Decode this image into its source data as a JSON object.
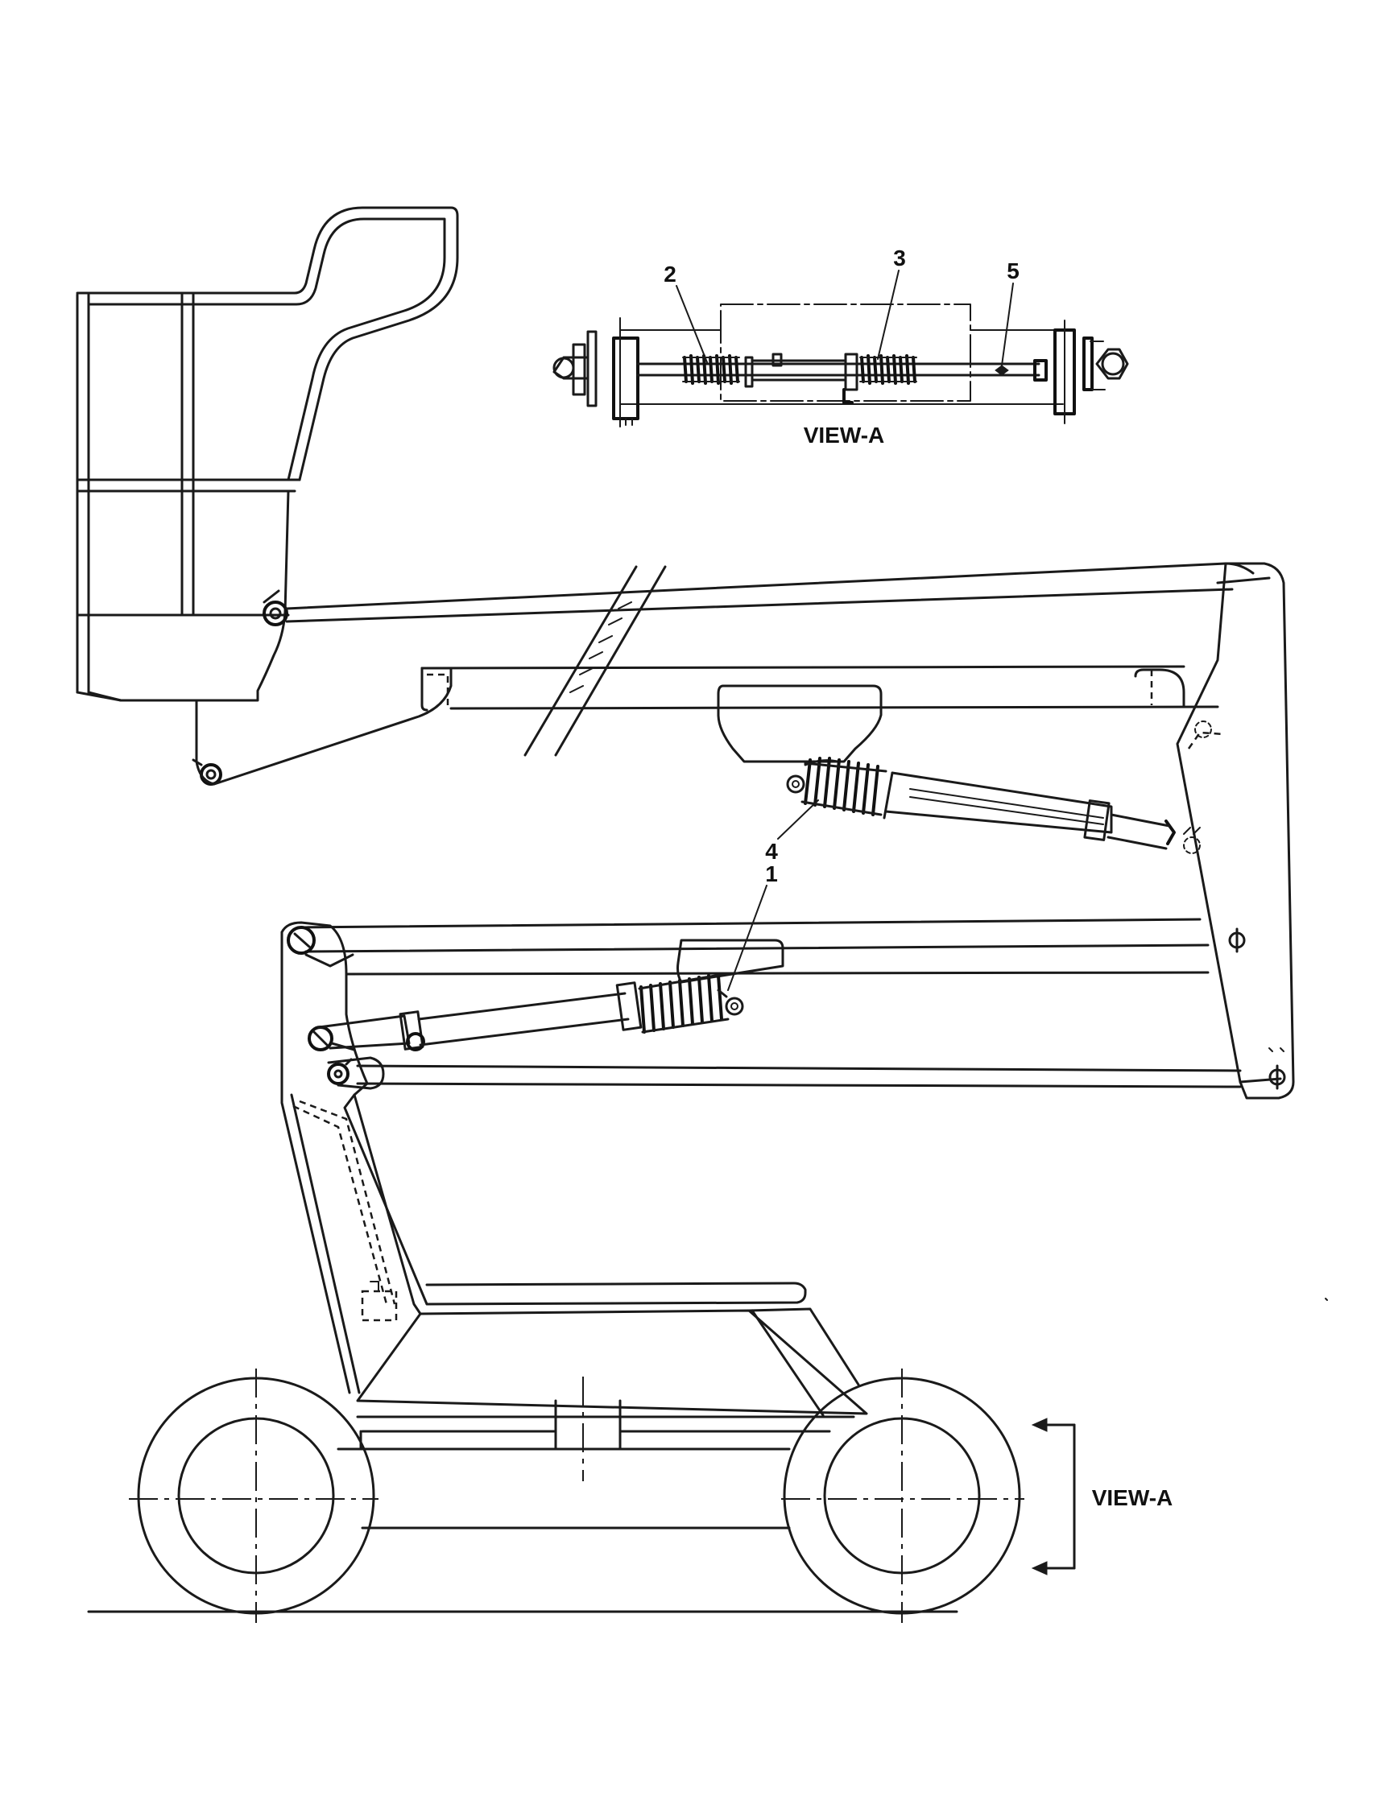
{
  "callouts": {
    "c1": "1",
    "c2": "2",
    "c3": "3",
    "c4": "4",
    "c5": "5"
  },
  "view_a_title": "VIEW-A",
  "view_a_arrow_label": "VIEW-A"
}
